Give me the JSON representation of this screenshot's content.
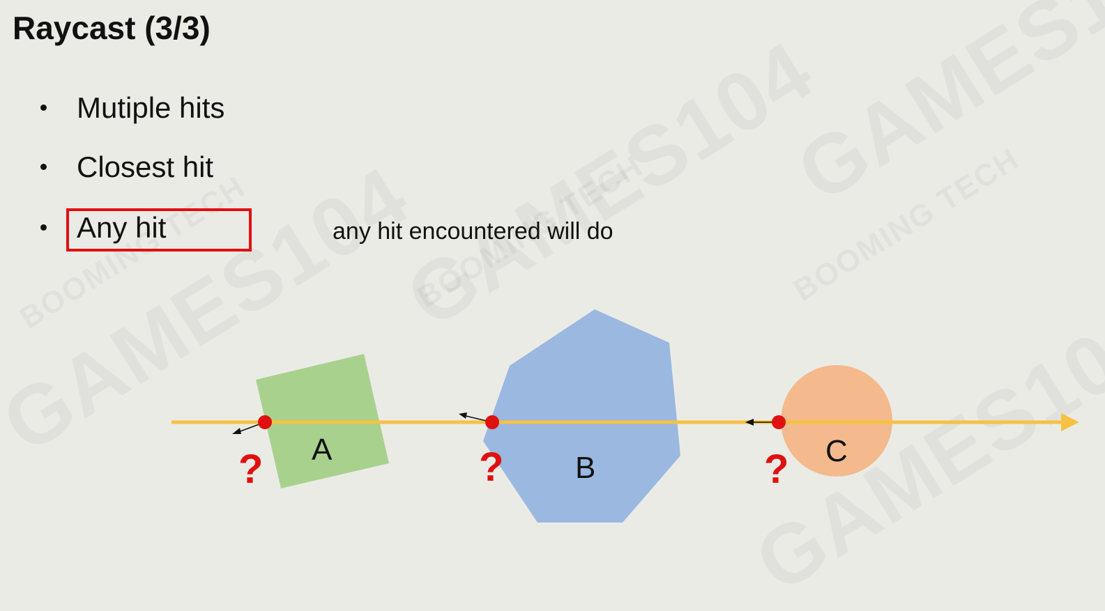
{
  "slide": {
    "title": "Raycast (3/3)",
    "bullets": [
      {
        "label": "Mutiple hits"
      },
      {
        "label": "Closest hit"
      },
      {
        "label": "Any hit"
      }
    ],
    "note": "any hit encountered will do"
  },
  "diagram": {
    "ray_color": "#f5c242",
    "hit_point_color": "#e01010",
    "question_mark": "?",
    "objects": [
      {
        "label": "A",
        "shape": "rotated-square",
        "color": "#a9d18e"
      },
      {
        "label": "B",
        "shape": "heptagon",
        "color": "#9ab8e0"
      },
      {
        "label": "C",
        "shape": "circle",
        "color": "#f4b98c"
      }
    ]
  },
  "watermark": {
    "text_main": "GAMES104",
    "text_brand": "BOOMING TECH"
  }
}
